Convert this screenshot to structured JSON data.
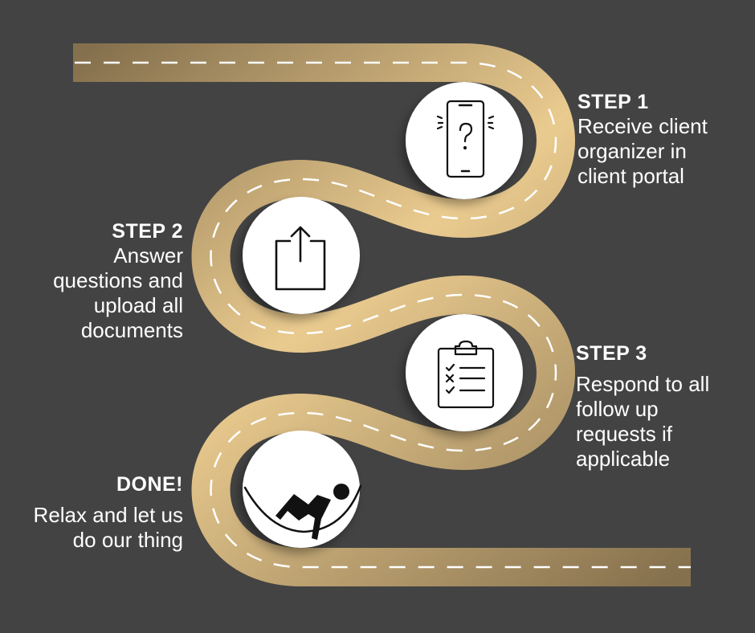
{
  "steps": [
    {
      "title": "STEP 1",
      "desc": [
        "Receive client",
        "organizer in",
        "client portal"
      ],
      "icon": "phone-question-icon"
    },
    {
      "title": "STEP 2",
      "desc": [
        "Answer",
        "questions and",
        "upload all",
        "documents"
      ],
      "icon": "upload-icon"
    },
    {
      "title": "STEP 3",
      "desc": [
        "Respond to all",
        "follow up",
        "requests if",
        "applicable"
      ],
      "icon": "checklist-icon"
    },
    {
      "title": "DONE!",
      "desc": [
        "Relax and let us",
        "do our thing"
      ],
      "icon": "hammock-relax-icon"
    }
  ],
  "colors": {
    "background": "#434343",
    "road_light": "#EACB8F",
    "road_dark": "#85704D",
    "dash": "#ffffff",
    "icon_circle": "#ffffff"
  }
}
